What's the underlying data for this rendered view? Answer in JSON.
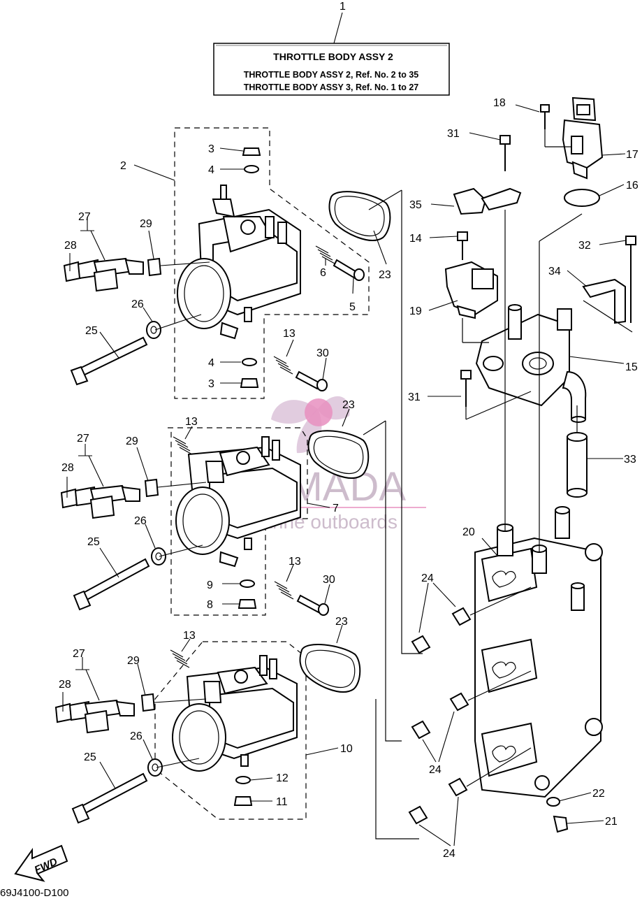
{
  "title_box": {
    "ref_number": "1",
    "heading": "THROTTLE BODY ASSY 2",
    "line1": "THROTTLE BODY ASSY 2, Ref. No. 2 to 35",
    "line2": "THROTTLE BODY ASSY 3, Ref. No. 1 to 27"
  },
  "watermark": {
    "brand": "ARMADA",
    "tagline": "marine outboards",
    "color": "#c9a3c4"
  },
  "fwd_label": "FWD",
  "diagram_code": "69J4100-D100",
  "callouts": {
    "c2": "2",
    "c3a": "3",
    "c4a": "4",
    "c5": "5",
    "c6": "6",
    "c23a": "23",
    "c27a": "27",
    "c28a": "28",
    "c29a": "29",
    "c26a": "26",
    "c25a": "25",
    "c13a": "13",
    "c30a": "30",
    "c4b": "4",
    "c3b": "3",
    "c13b": "13",
    "c23b": "23",
    "c27b": "27",
    "c29b": "29",
    "c28b": "28",
    "c7": "7",
    "c26b": "26",
    "c25b": "25",
    "c13c": "13",
    "c30b": "30",
    "c9": "9",
    "c8": "8",
    "c23c": "23",
    "c13d": "13",
    "c27c": "27",
    "c29c": "29",
    "c28c": "28",
    "c10": "10",
    "c26c": "26",
    "c25c": "25",
    "c12": "12",
    "c11": "11",
    "c18": "18",
    "c31a": "31",
    "c17": "17",
    "c16": "16",
    "c35": "35",
    "c14": "14",
    "c32": "32",
    "c34": "34",
    "c19": "19",
    "c15": "15",
    "c31b": "31",
    "c33": "33",
    "c20": "20",
    "c24a": "24",
    "c24b": "24",
    "c22": "22",
    "c21": "21",
    "c24c": "24"
  }
}
